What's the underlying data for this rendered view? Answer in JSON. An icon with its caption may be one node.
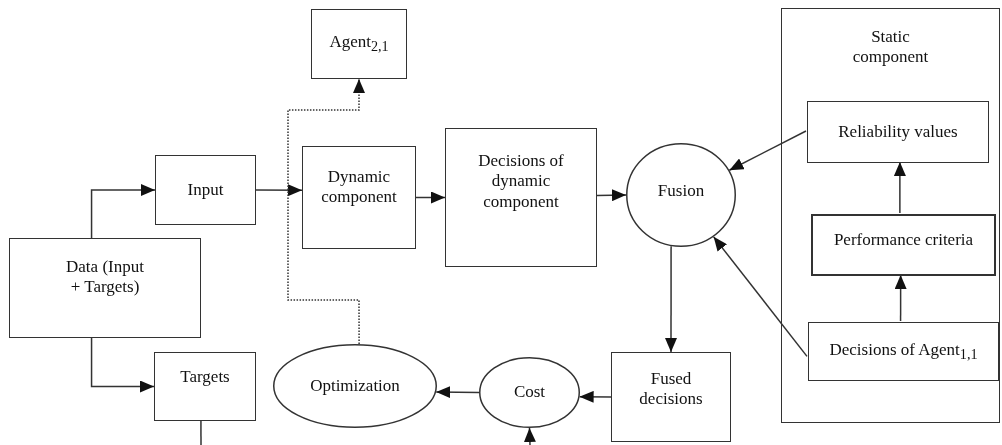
{
  "diagram": {
    "nodes": [
      {
        "text": [
          "Agent$_{2,1}$"
        ]
      },
      {
        "text": [
          "Input"
        ]
      },
      {
        "text": [
          "Dynamic component"
        ]
      },
      {
        "text": [
          "Decisions of dynamic component"
        ]
      },
      {
        "text": [
          "Fusion"
        ]
      },
      {
        "text": [
          "Static component"
        ]
      },
      {
        "text": [
          "Reliability values"
        ],
        "in": 5
      },
      {
        "text": [
          "Performance criteria"
        ],
        "in": 5
      },
      {
        "text": [
          "Decisions of Agent$_{1,1}$"
        ],
        "in": 5
      },
      {
        "text": [
          "Data (Input + Targets)"
        ]
      },
      {
        "text": [
          "Targets"
        ]
      },
      {
        "text": [
          "Optimization"
        ]
      },
      {
        "text": [
          "Cost"
        ]
      },
      {
        "text": [
          "Fused decisions"
        ]
      }
    ],
    "edges": [
      {
        "from": 9,
        "to": 1,
        "arrow": "to"
      },
      {
        "from": 9,
        "to": 10,
        "arrow": "to"
      },
      {
        "from": 1,
        "to": 2,
        "arrow": "to"
      },
      {
        "from": 2,
        "to": 3,
        "arrow": "to"
      },
      {
        "from": 3,
        "to": 4,
        "arrow": "to"
      },
      {
        "from": 4,
        "to": 13,
        "arrow": "to"
      },
      {
        "from": 13,
        "to": 12,
        "arrow": "to"
      },
      {
        "from": 12,
        "to": 11,
        "arrow": "to"
      },
      {
        "from": 11,
        "to": 0,
        "arrow": "to",
        "style": "dashed"
      },
      {
        "from": 7,
        "to": 6,
        "arrow": "to"
      },
      {
        "from": 8,
        "to": 7,
        "arrow": "to"
      },
      {
        "from": 6,
        "to": 4,
        "arrow": "to"
      },
      {
        "from": 8,
        "to": 4,
        "arrow": "to"
      },
      {
        "from": 10,
        "to": null,
        "arrow": "none"
      },
      {
        "from": null,
        "to": 12,
        "arrow": "to"
      }
    ]
  }
}
